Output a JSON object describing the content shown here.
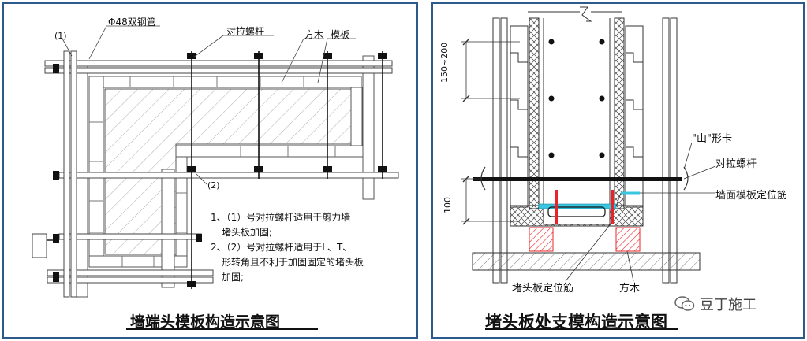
{
  "left_diagram": {
    "title": "墙端头模板构造示意图",
    "label_steel_pipe": "Φ48双钢管",
    "label_tie_rod": "对拉螺杆",
    "label_square_timber": "方木",
    "label_formwork": "模板",
    "label_marker_1": "(1)",
    "label_marker_2": "(2)",
    "notes": [
      "1、（1）号对拉螺杆适用于剪力墙",
      "堵头板加固;",
      "2、（2）号对拉螺杆适用于L、T、",
      "形转角且不利于加固固定的堵头板",
      "加固;"
    ]
  },
  "right_diagram": {
    "title": "堵头板处支模构造示意图",
    "dim_spacing": "150~200",
    "dim_height": "100",
    "label_clip": "\"山\"形卡",
    "label_tie_rod": "对拉螺杆",
    "label_positioning_bar": "墙面模板定位筋",
    "label_end_bar": "堵头板定位筋",
    "label_square_timber": "方木"
  },
  "watermark": {
    "text": "豆丁施工",
    "icon": "chat-bubble-icon"
  },
  "colors": {
    "frame_border": "#2c5a8a",
    "positioning_bar_cyan": "#39c6e0",
    "end_bar_red": "#e8242a"
  }
}
